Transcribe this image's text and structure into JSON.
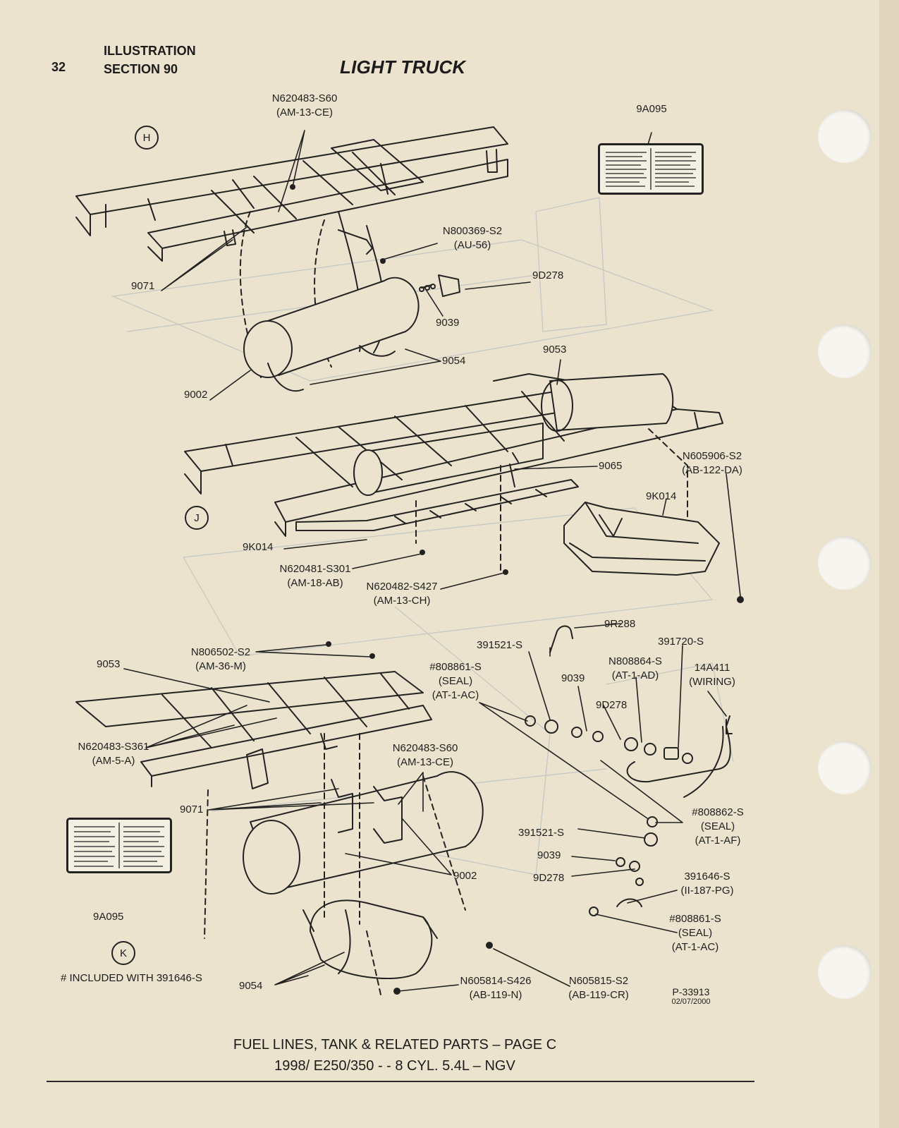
{
  "header": {
    "page_number": "32",
    "section_line1": "ILLUSTRATION",
    "section_line2": "SECTION 90",
    "title": "LIGHT TRUCK"
  },
  "views": [
    "H",
    "J",
    "K"
  ],
  "view_h": {
    "callouts": {
      "n620483_s60": [
        "N620483-S60",
        "(AM-13-CE)"
      ],
      "a9a095_top": "9A095",
      "n800369_s2": [
        "N800369-S2",
        "(AU-56)"
      ],
      "a9071": "9071",
      "a9d278": "9D278",
      "a9039": "9039",
      "a9054": "9054",
      "a9002": "9002"
    }
  },
  "view_j": {
    "callouts": {
      "a9053": "9053",
      "a9065": "9065",
      "n605906_s2": [
        "N605906-S2",
        "(AB-122-DA)"
      ],
      "a9k014_right": "9K014",
      "a9k014_left": "9K014",
      "n620481_s301": [
        "N620481-S301",
        "(AM-18-AB)"
      ],
      "n620482_s427": [
        "N620482-S427",
        "(AM-13-CH)"
      ]
    }
  },
  "view_k": {
    "callouts": {
      "n806502_s2": [
        "N806502-S2",
        "(AM-36-M)"
      ],
      "a9053": "9053",
      "n620483_s361": [
        "N620483-S361",
        "(AM-5-A)"
      ],
      "n620483_s60": [
        "N620483-S60",
        "(AM-13-CE)"
      ],
      "a9071": "9071",
      "a9a095_bottom": "9A095",
      "a9002": "9002",
      "a9054": "9054",
      "n605814_s426": [
        "N605814-S426",
        "(AB-119-N)"
      ],
      "n605815_s2": [
        "N605815-S2",
        "(AB-119-CR)"
      ]
    }
  },
  "fuel_line_detail": {
    "callouts": {
      "a9r288": "9R288",
      "a391521_top": "391521-S",
      "a391720": "391720-S",
      "a808861_seal_top": [
        "#808861-S",
        "(SEAL)",
        "(AT-1-AC)"
      ],
      "n808864_s": [
        "N808864-S",
        "(AT-1-AD)"
      ],
      "a14a411": [
        "14A411",
        "(WIRING)"
      ],
      "a9039_top": "9039",
      "a9d278_top": "9D278",
      "a808862_seal": [
        "#808862-S",
        "(SEAL)",
        "(AT-1-AF)"
      ],
      "a391521_bottom": "391521-S",
      "a9039_bottom": "9039",
      "a9d278_bottom": "9D278",
      "a391646": [
        "391646-S",
        "(II-187-PG)"
      ],
      "a808861_seal_bottom": [
        "#808861-S",
        "(SEAL)",
        "(AT-1-AC)"
      ]
    }
  },
  "footnote": "# INCLUDED WITH 391646-S",
  "reference": {
    "code": "P-33913",
    "date": "02/07/2000"
  },
  "caption": {
    "line1": "FUEL LINES, TANK & RELATED PARTS – PAGE C",
    "line2": "1998/ E250/350 - - 8 CYL. 5.4L – NGV"
  },
  "colors": {
    "paper": "#ebe3cd",
    "ink": "#1f1f1f",
    "bleed_through": "#b9c0c3"
  }
}
